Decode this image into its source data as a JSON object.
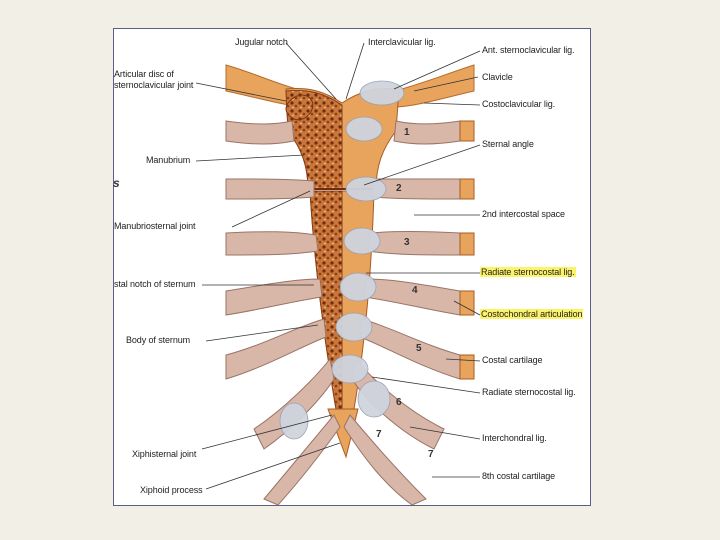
{
  "colors": {
    "background": "#f1efe6",
    "panel_border": "#5a5f8a",
    "bone": "#e8a35c",
    "cartilage": "#d9b7a8",
    "ligament": "#cfd4de",
    "highlight": "#fbf36a"
  },
  "labels": {
    "jugular_notch": "Jugular notch",
    "interclavicular_lig": "Interclavicular lig.",
    "ant_sternoclavicular_lig": "Ant. sternoclavicular lig.",
    "articular_disc_1": "Articular disc of",
    "articular_disc_2": "sternoclavicular joint",
    "clavicle": "Clavicle",
    "costoclavicular_lig": "Costoclavicular lig.",
    "manubrium": "Manubrium",
    "sternal_angle": "Sternal angle",
    "stray_letter": "s",
    "manubriosternal_joint": "Manubriosternal joint",
    "second_intercostal_space": "2nd intercostal space",
    "radiate_sternocostal_lig_hl": "Radiate sternocostal lig.",
    "costal_notch": "stal notch of sternum",
    "costochondral_articulation": "Costochondral articulation",
    "body_of_sternum": "Body of sternum",
    "costal_cartilage": "Costal cartilage",
    "radiate_sternocostal_lig": "Radiate sternocostal lig.",
    "interchondral_lig": "Interchondral lig.",
    "xiphisternal_joint": "Xiphisternal joint",
    "eighth_costal_cartilage": "8th costal cartilage",
    "xiphoid_process": "Xiphoid process"
  },
  "rib_numbers": [
    "1",
    "2",
    "3",
    "4",
    "5",
    "6",
    "7",
    "7"
  ]
}
